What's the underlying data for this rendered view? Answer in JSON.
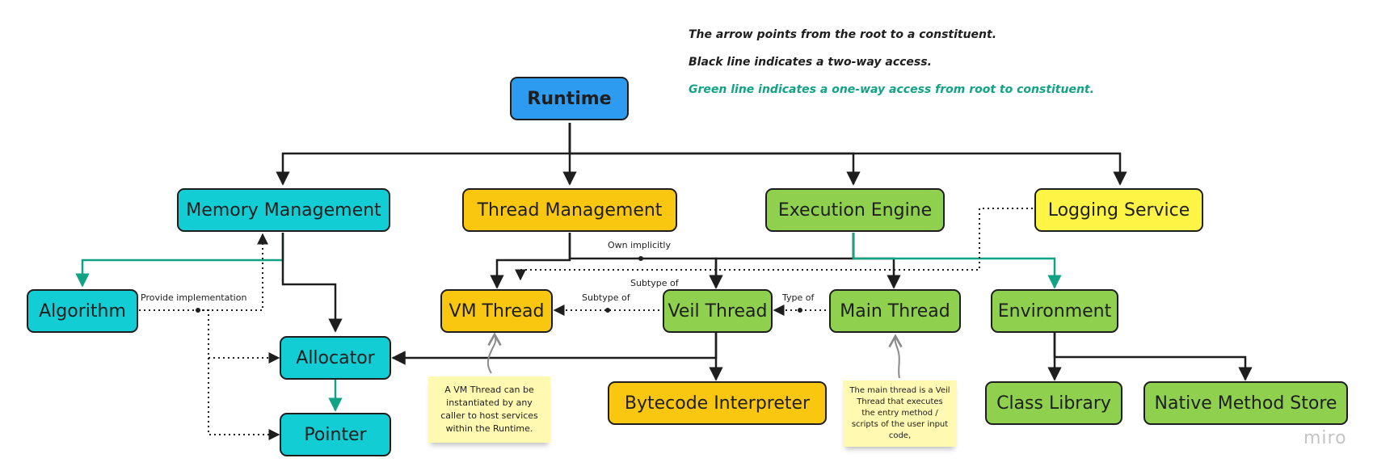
{
  "legend": {
    "line1": "The arrow points from the root to a constituent.",
    "line2": "Black line indicates a two-way access.",
    "line3": "Green line indicates a one-way access from root to constituent."
  },
  "nodes": {
    "runtime": "Runtime",
    "memory_management": "Memory Management",
    "thread_management": "Thread Management",
    "execution_engine": "Execution Engine",
    "logging_service": "Logging Service",
    "algorithm": "Algorithm",
    "allocator": "Allocator",
    "pointer": "Pointer",
    "vm_thread": "VM Thread",
    "veil_thread": "Veil Thread",
    "main_thread": "Main Thread",
    "environment": "Environment",
    "bytecode_interpreter": "Bytecode Interpreter",
    "class_library": "Class Library",
    "native_method_store": "Native Method Store"
  },
  "edge_labels": {
    "own_implicitly": "Own implicitly",
    "provide_implementation": "Provide implementation",
    "subtype_of_top": "Subtype of",
    "subtype_of_left": "Subtype of",
    "type_of": "Type of"
  },
  "notes": {
    "vm_thread_note": "A VM Thread can be instantiated by any caller to host services within the Runtime.",
    "main_thread_note": "The main thread is a Veil Thread that executes the entry method / scripts of the user input code,"
  },
  "watermark": "miro",
  "colors": {
    "black_line": "#1e1e1e",
    "green_line": "#12a385",
    "cyan": "#12cdd4",
    "orange": "#fac710",
    "green": "#8fd14f",
    "yellow": "#fef445",
    "blue": "#2d9bf0",
    "sticky": "#fff9b1"
  }
}
